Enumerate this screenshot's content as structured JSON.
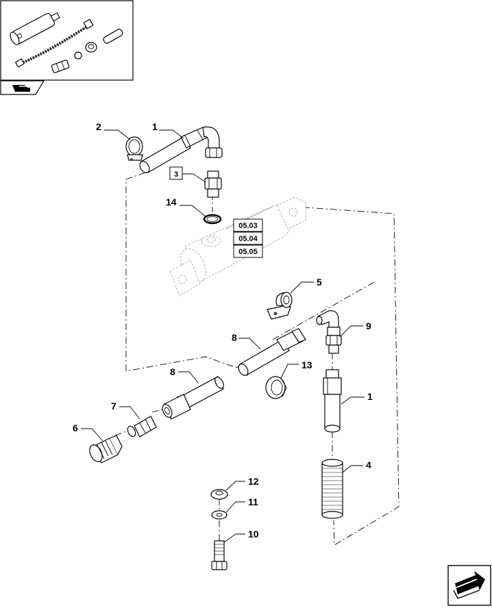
{
  "inset": {
    "icon": "assembly-overview-thumbnail"
  },
  "nav": {
    "prev_icon": "back-arrow-icon",
    "next_icon": "next-page-arrow-icon"
  },
  "callouts": {
    "c1a": "1",
    "c2": "2",
    "c3": "3",
    "c14": "14",
    "c5": "5",
    "c9": "9",
    "c8a": "8",
    "c8b": "8",
    "c13": "13",
    "c1b": "1",
    "c7": "7",
    "c6": "6",
    "c4": "4",
    "c12": "12",
    "c11": "11",
    "c10": "10"
  },
  "refs": [
    "05.03",
    "05.04",
    "05.05"
  ]
}
